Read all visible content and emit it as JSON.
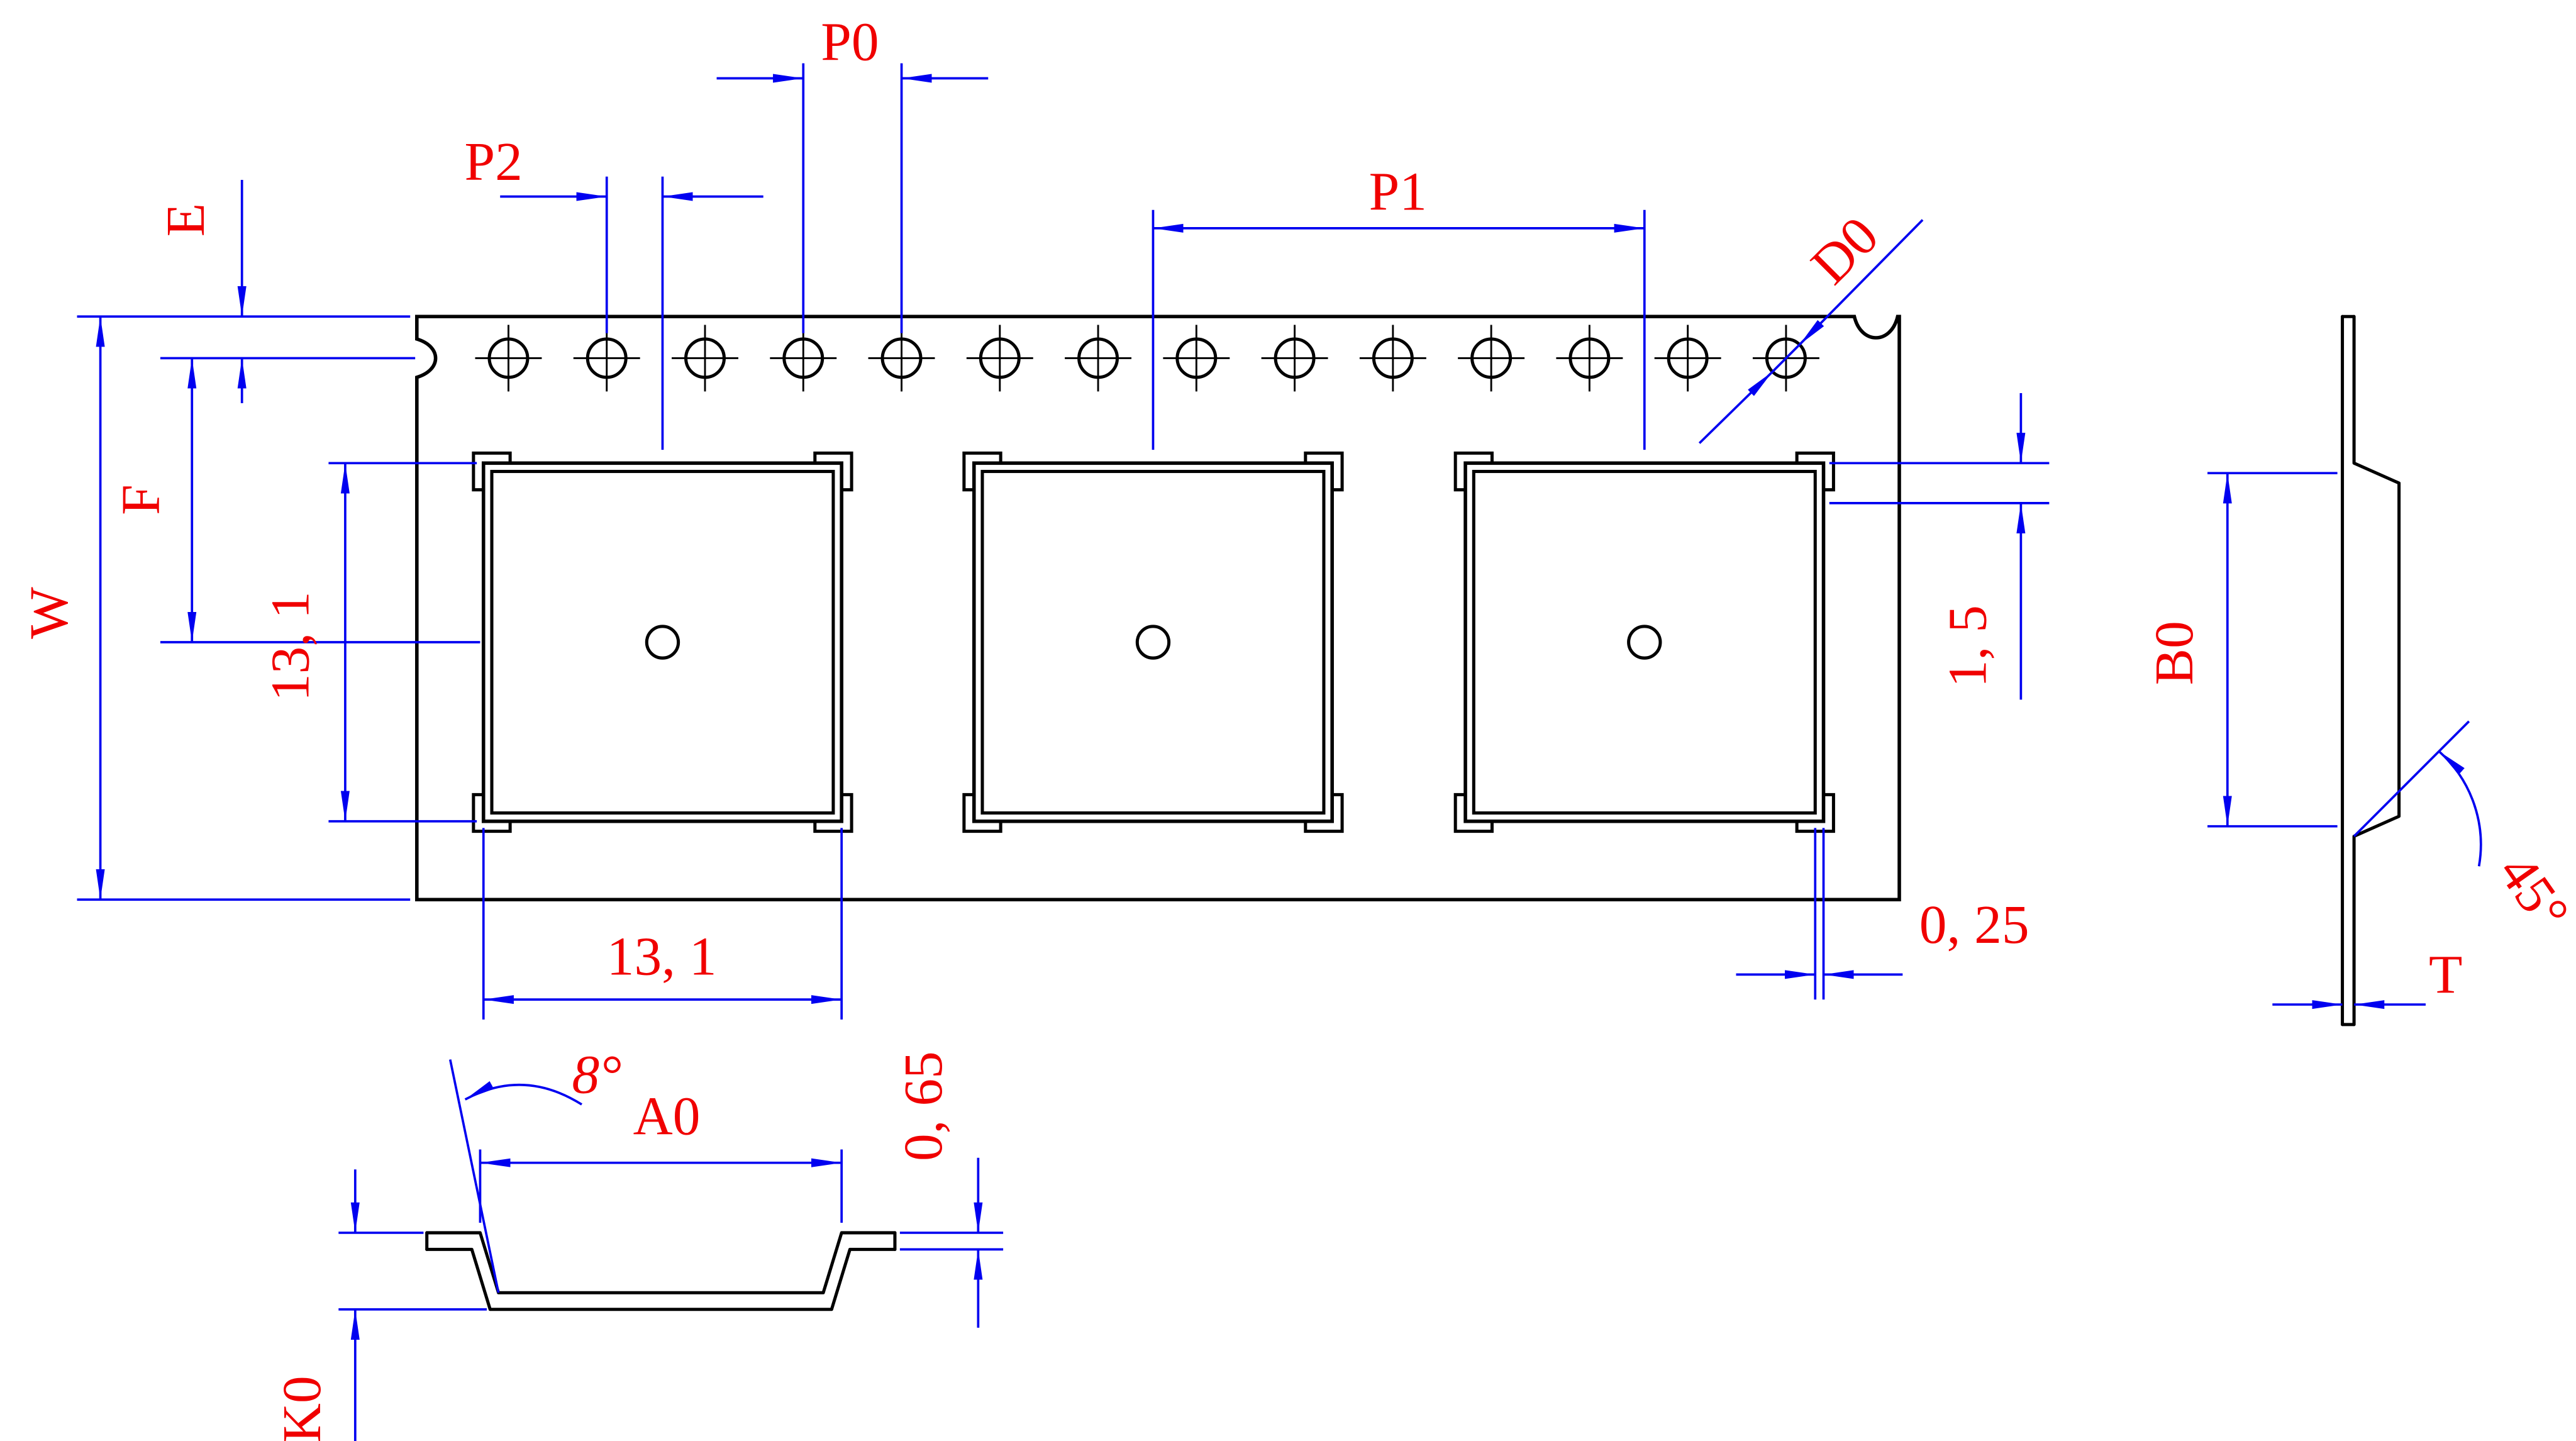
{
  "drawing": {
    "labels": {
      "p0": "P0",
      "p2": "P2",
      "p1": "P1",
      "e": "E",
      "f": "F",
      "w": "W",
      "d0": "D0",
      "pocket_height": "13, 1",
      "pocket_width": "13, 1",
      "ledge": "1, 5",
      "wall_thickness": "0, 25",
      "b0": "B0",
      "angle_45": "45°",
      "t": "T",
      "angle_8": "8°",
      "a0": "A0",
      "flange_thickness": "0, 65",
      "k0": "K0"
    },
    "colors": {
      "geometry": "#000000",
      "dimension_lines": "#0000f0",
      "dimension_labels": "#f00000",
      "background": "#ffffff"
    }
  }
}
